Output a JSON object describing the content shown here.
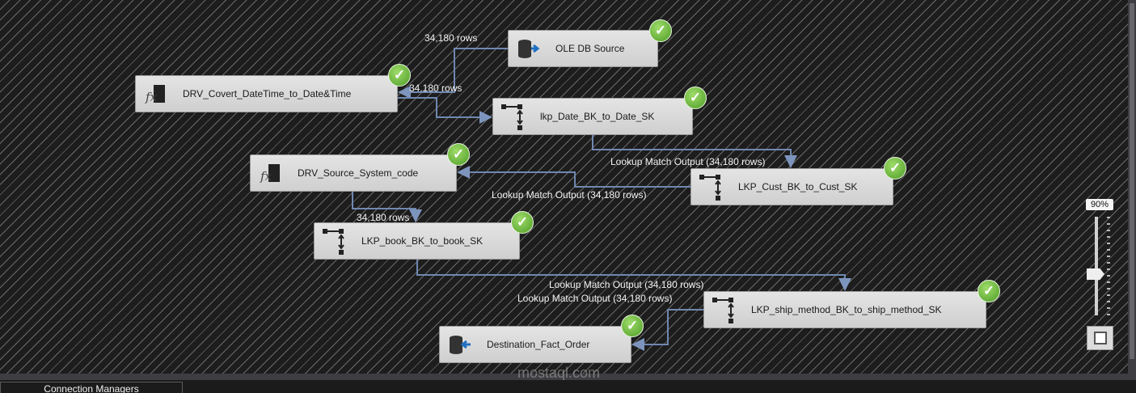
{
  "nodes": {
    "ole_source": {
      "label": "OLE DB Source",
      "icon": "database-source-icon",
      "status": "success"
    },
    "drv_covert": {
      "label": "DRV_Covert_DateTime_to_Date&Time",
      "icon": "derived-column-fx-icon",
      "status": "success"
    },
    "lkp_date": {
      "label": "lkp_Date_BK_to_Date_SK",
      "icon": "lookup-icon",
      "status": "success"
    },
    "drv_source": {
      "label": "DRV_Source_System_code",
      "icon": "derived-column-fx-icon",
      "status": "success"
    },
    "lkp_cust": {
      "label": "LKP_Cust_BK_to_Cust_SK",
      "icon": "lookup-icon",
      "status": "success"
    },
    "lkp_book": {
      "label": "LKP_book_BK_to_book_SK",
      "icon": "lookup-icon",
      "status": "success"
    },
    "lkp_ship": {
      "label": "LKP_ship_method_BK_to_ship_method_SK",
      "icon": "lookup-icon",
      "status": "success"
    },
    "destination": {
      "label": "Destination_Fact_Order",
      "icon": "database-destination-icon",
      "status": "success"
    }
  },
  "paths": [
    {
      "label": "34,180 rows"
    },
    {
      "label": "34.180 rows"
    },
    {
      "label": "Lookup Match Output (34,180 rows)"
    },
    {
      "label": "Lookup Match Output (34,180 rows)"
    },
    {
      "label": "34,180 rows"
    },
    {
      "label": "Lookup Match Output (34,180 rows)"
    },
    {
      "label": "Lookup Match Output (34,180 rows)"
    }
  ],
  "zoom": {
    "label": "90%",
    "value": 90
  },
  "bottom_tabs": [
    "Connection Managers"
  ],
  "watermark": "mostaql.com",
  "colors": {
    "path": "#6f88b0",
    "check": "#5aa830"
  }
}
